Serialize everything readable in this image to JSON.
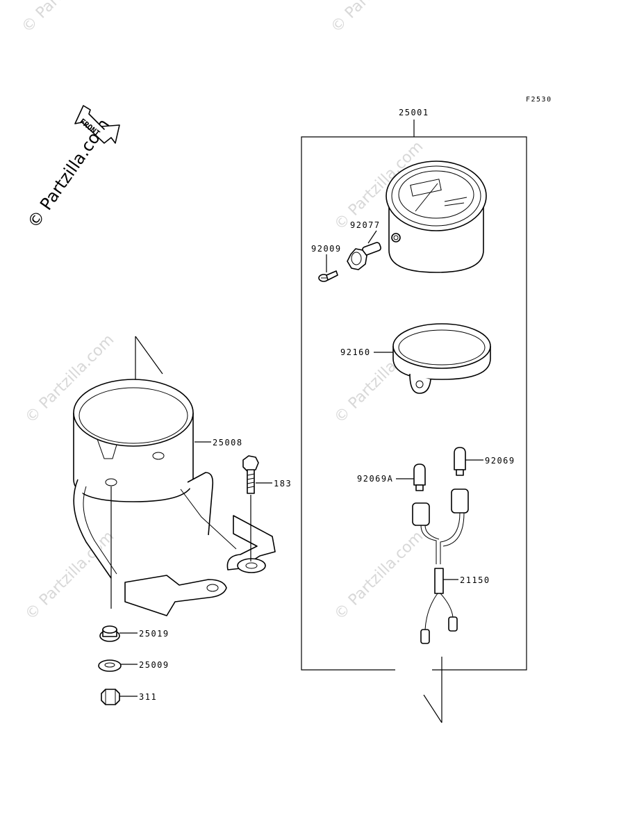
{
  "figure_code": "F2530",
  "front_label": "FRONT",
  "watermark_main": "© Partzilla.com",
  "watermark": "© Partzilla.com",
  "labels": {
    "p25001": "25001",
    "p92077": "92077",
    "p92009": "92009",
    "p92160": "92160",
    "p92069": "92069",
    "p92069A": "92069A",
    "p21150": "21150",
    "p25008": "25008",
    "p183": "183",
    "p25019": "25019",
    "p25009": "25009",
    "p311": "311"
  }
}
